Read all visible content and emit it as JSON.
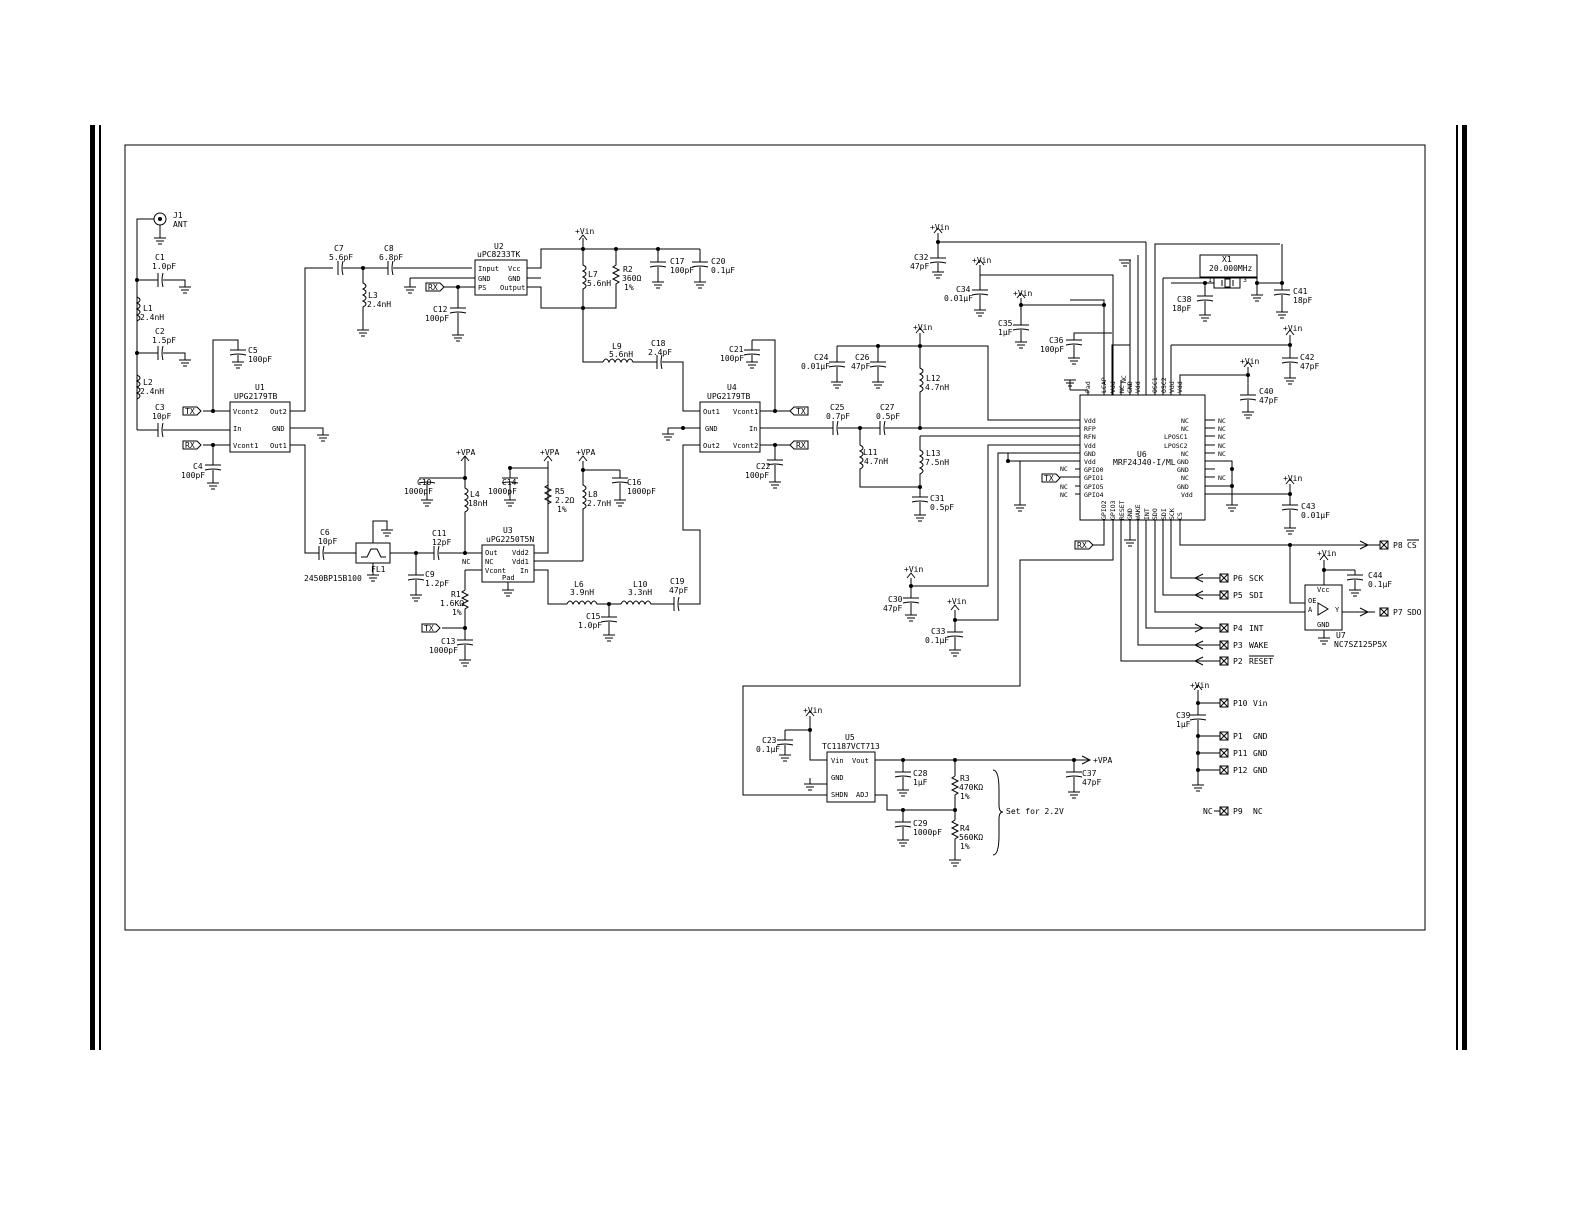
{
  "antenna": {
    "ref": "J1",
    "label": "ANT"
  },
  "passives": {
    "C1": [
      "C1",
      "1.0pF"
    ],
    "C2": [
      "C2",
      "1.5pF"
    ],
    "C3": [
      "C3",
      "10pF"
    ],
    "C4": [
      "C4",
      "100pF"
    ],
    "C5": [
      "C5",
      "100pF"
    ],
    "C6": [
      "C6",
      "10pF"
    ],
    "C7": [
      "C7",
      "5.6pF"
    ],
    "C8": [
      "C8",
      "6.8pF"
    ],
    "C9": [
      "C9",
      "1.2pF"
    ],
    "C10": [
      "C10",
      "1000pF"
    ],
    "C11": [
      "C11",
      "12pF"
    ],
    "C12": [
      "C12",
      "100pF"
    ],
    "C13": [
      "C13",
      "1000pF"
    ],
    "C14": [
      "C14",
      "1000pF"
    ],
    "C15": [
      "C15",
      "1.0pF"
    ],
    "C16": [
      "C16",
      "1000pF"
    ],
    "C17": [
      "C17",
      "100pF"
    ],
    "C18": [
      "C18",
      "2.4pF"
    ],
    "C19": [
      "C19",
      "47pF"
    ],
    "C20": [
      "C20",
      "0.1µF"
    ],
    "C21": [
      "C21",
      "100pF"
    ],
    "C22": [
      "C22",
      "100pF"
    ],
    "C23": [
      "C23",
      "0.1µF"
    ],
    "C24": [
      "C24",
      "0.01µF"
    ],
    "C25": [
      "C25",
      "0.7pF"
    ],
    "C26": [
      "C26",
      "47pF"
    ],
    "C27": [
      "C27",
      "0.5pF"
    ],
    "C28": [
      "C28",
      "1µF"
    ],
    "C29": [
      "C29",
      "1000pF"
    ],
    "C30": [
      "C30",
      "47pF"
    ],
    "C31": [
      "C31",
      "0.5pF"
    ],
    "C32": [
      "C32",
      "47pF"
    ],
    "C33": [
      "C33",
      "0.1µF"
    ],
    "C34": [
      "C34",
      "0.01µF"
    ],
    "C35": [
      "C35",
      "1µF"
    ],
    "C36": [
      "C36",
      "100pF"
    ],
    "C37": [
      "C37",
      "47pF"
    ],
    "C38": [
      "C38",
      "18pF"
    ],
    "C39": [
      "C39",
      "1µF"
    ],
    "C40": [
      "C40",
      "47pF"
    ],
    "C41": [
      "C41",
      "18pF"
    ],
    "C42": [
      "C42",
      "47pF"
    ],
    "C43": [
      "C43",
      "0.01µF"
    ],
    "C44": [
      "C44",
      "0.1µF"
    ],
    "L1": [
      "L1",
      "2.4nH"
    ],
    "L2": [
      "L2",
      "2.4nH"
    ],
    "L3": [
      "L3",
      "2.4nH"
    ],
    "L4": [
      "L4",
      "18nH"
    ],
    "L6": [
      "L6",
      "3.9nH"
    ],
    "L7": [
      "L7",
      "5.6nH"
    ],
    "L8": [
      "L8",
      "2.7nH"
    ],
    "L9": [
      "L9",
      "5.6nH"
    ],
    "L10": [
      "L10",
      "3.3nH"
    ],
    "L11": [
      "L11",
      "4.7nH"
    ],
    "L12": [
      "L12",
      "4.7nH"
    ],
    "L13": [
      "L13",
      "7.5nH"
    ],
    "R1": [
      "R1",
      "1.6KΩ",
      "1%"
    ],
    "R2": [
      "R2",
      "360Ω",
      "1%"
    ],
    "R3": [
      "R3",
      "470KΩ",
      "1%"
    ],
    "R4": [
      "R4",
      "560KΩ",
      "1%"
    ],
    "R5": [
      "R5",
      "2.2Ω",
      "1%"
    ],
    "X1": [
      "X1",
      "20.000MHz"
    ],
    "FL1": [
      "FL1",
      "2450BP15B100"
    ]
  },
  "ics": {
    "U1": {
      "ref": "U1",
      "part": "UPG2179TB",
      "pins": [
        "Vcont2",
        "In",
        "Vcont1",
        "Out2",
        "GND",
        "Out1"
      ]
    },
    "U2": {
      "ref": "U2",
      "part": "uPC8233TK",
      "pins": [
        "Input",
        "GND",
        "PS",
        "Vcc",
        "GND",
        "Output"
      ]
    },
    "U3": {
      "ref": "U3",
      "part": "uPG2250T5N",
      "pins": [
        "Out",
        "NC",
        "Vcont",
        "Vdd2",
        "Vdd1",
        "In",
        "Pad"
      ]
    },
    "U4": {
      "ref": "U4",
      "part": "UPG2179TB",
      "pins": [
        "Out1",
        "GND",
        "Out2",
        "Vcont1",
        "In",
        "Vcont2"
      ]
    },
    "U5": {
      "ref": "U5",
      "part": "TC1187VCT713",
      "pins": [
        "Vin",
        "GND",
        "SHDN",
        "Vout",
        "ADJ"
      ]
    },
    "U6": {
      "ref": "U6",
      "part": "MRF24J40-I/ML",
      "left": [
        "Vdd",
        "RFP",
        "RFN",
        "Vdd",
        "GND",
        "Vdd",
        "GPIO0",
        "GPIO1",
        "GPIO5",
        "GPIO4"
      ],
      "right": [
        "NC",
        "NC",
        "LPOSC1",
        "LPOSC2",
        "NC",
        "GND",
        "GND",
        "NC",
        "GND",
        "Vdd"
      ],
      "top": [
        "Pad",
        "LCAP",
        "Vdd",
        "NC",
        "GND",
        "Vdd",
        "OSC1",
        "OSC2",
        "Vdd",
        "Vdd"
      ],
      "bottom": [
        "GPIO2",
        "GPIO3",
        "RESET",
        "GND",
        "WAKE",
        "INT",
        "SDO",
        "SDI",
        "SCK",
        "CS"
      ]
    },
    "U7": {
      "ref": "U7",
      "part": "NC7SZ125P5X",
      "pins": [
        "Vcc",
        "OE",
        "A",
        "Y",
        "GND"
      ]
    }
  },
  "nets": {
    "vin": "+Vin",
    "vpa": "+VPA",
    "tx": "TX",
    "rx": "RX",
    "nc": "NC"
  },
  "connector_pins": [
    {
      "pin": "P8",
      "signal": "CS"
    },
    {
      "pin": "P6",
      "signal": "SCK"
    },
    {
      "pin": "P5",
      "signal": "SDI"
    },
    {
      "pin": "P7",
      "signal": "SDO"
    },
    {
      "pin": "P4",
      "signal": "INT"
    },
    {
      "pin": "P3",
      "signal": "WAKE"
    },
    {
      "pin": "P2",
      "signal": "RESET"
    },
    {
      "pin": "P10",
      "signal": "Vin"
    },
    {
      "pin": "P1",
      "signal": "GND"
    },
    {
      "pin": "P11",
      "signal": "GND"
    },
    {
      "pin": "P12",
      "signal": "GND"
    },
    {
      "pin": "P9",
      "signal": "NC"
    }
  ],
  "note": "Set for 2.2V"
}
